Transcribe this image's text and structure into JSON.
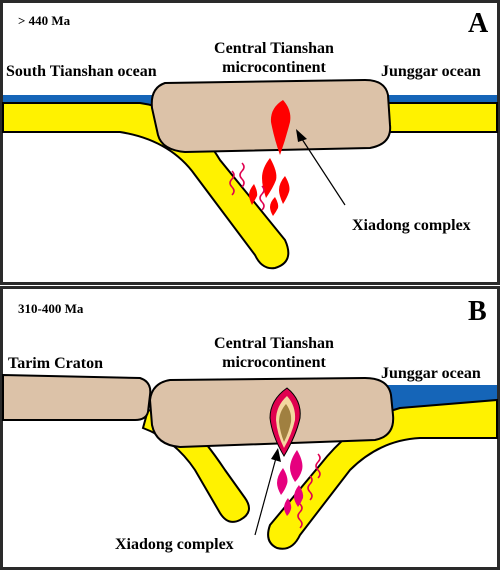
{
  "panels": [
    {
      "letter": "A",
      "age": "> 440 Ma",
      "labels": {
        "left": "South Tianshan ocean",
        "center_line1": "Central Tianshan",
        "center_line2": "microcontinent",
        "right": "Junggar ocean",
        "callout": "Xiadong complex"
      }
    },
    {
      "letter": "B",
      "age": "310-400 Ma",
      "labels": {
        "left": "Tarim Craton",
        "center_line1": "Central Tianshan",
        "center_line2": "microcontinent",
        "right": "Junggar ocean",
        "callout": "Xiadong complex"
      }
    }
  ],
  "colors": {
    "ocean": "#1565b8",
    "slab": "#fff200",
    "continent": "#dcc2a8",
    "magma_a": "#ff0000",
    "magma_b": "#e6007e",
    "intrusion_rim": "#e0004f",
    "intrusion_core": "#a08040",
    "outline": "#000000",
    "frame": "#2a2a2a"
  }
}
